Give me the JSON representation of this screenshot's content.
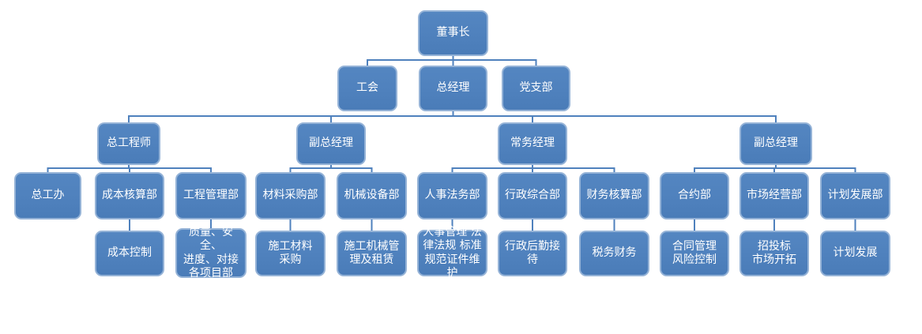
{
  "diagram": {
    "type": "org-chart",
    "background_color": "#ffffff",
    "node_fill_color": "#4f81bd",
    "node_border_color": "#95b3d7",
    "connector_color": "#4f81bd",
    "text_color": "#ffffff",
    "nodes": {
      "chairman": "董事长",
      "union": "工会",
      "general_manager": "总经理",
      "party_branch": "党支部",
      "chief_engineer": "总工程师",
      "deputy_gm_1": "副总经理",
      "managing_director": "常务经理",
      "deputy_gm_2": "副总经理",
      "chief_eng_office": "总工办",
      "cost_accounting": "成本核算部",
      "project_mgmt": "工程管理部",
      "material_purchasing": "材料采购部",
      "machinery_equipment": "机械设备部",
      "hr_legal": "人事法务部",
      "admin_general": "行政综合部",
      "finance_accounting": "财务核算部",
      "contract_dept": "合约部",
      "marketing_dept": "市场经营部",
      "planning_dept": "计划发展部",
      "cost_control": "成本控制",
      "quality_safety": "质量、安全、\n进度、对接\n各项目部",
      "material_procurement": "施工材料\n采购",
      "machinery_mgmt": "施工机械管\n理及租赁",
      "hr_mgmt": "人事管理 法\n律法规 标准\n规范证件维护",
      "admin_logistics": "行政后勤接\n待",
      "tax_finance": "税务财务",
      "contract_mgmt": "合同管理\n风险控制",
      "bidding": "招投标\n市场开拓",
      "plan_development": "计划发展"
    },
    "edges": [
      [
        "chairman",
        "union"
      ],
      [
        "chairman",
        "general_manager"
      ],
      [
        "chairman",
        "party_branch"
      ],
      [
        "general_manager",
        "chief_engineer"
      ],
      [
        "general_manager",
        "deputy_gm_1"
      ],
      [
        "general_manager",
        "managing_director"
      ],
      [
        "general_manager",
        "deputy_gm_2"
      ],
      [
        "chief_engineer",
        "chief_eng_office"
      ],
      [
        "chief_engineer",
        "cost_accounting"
      ],
      [
        "chief_engineer",
        "project_mgmt"
      ],
      [
        "deputy_gm_1",
        "material_purchasing"
      ],
      [
        "deputy_gm_1",
        "machinery_equipment"
      ],
      [
        "managing_director",
        "hr_legal"
      ],
      [
        "managing_director",
        "admin_general"
      ],
      [
        "managing_director",
        "finance_accounting"
      ],
      [
        "deputy_gm_2",
        "contract_dept"
      ],
      [
        "deputy_gm_2",
        "marketing_dept"
      ],
      [
        "deputy_gm_2",
        "planning_dept"
      ],
      [
        "cost_accounting",
        "cost_control"
      ],
      [
        "project_mgmt",
        "quality_safety"
      ],
      [
        "material_purchasing",
        "material_procurement"
      ],
      [
        "machinery_equipment",
        "machinery_mgmt"
      ],
      [
        "hr_legal",
        "hr_mgmt"
      ],
      [
        "admin_general",
        "admin_logistics"
      ],
      [
        "finance_accounting",
        "tax_finance"
      ],
      [
        "contract_dept",
        "contract_mgmt"
      ],
      [
        "marketing_dept",
        "bidding"
      ],
      [
        "planning_dept",
        "plan_development"
      ]
    ]
  }
}
